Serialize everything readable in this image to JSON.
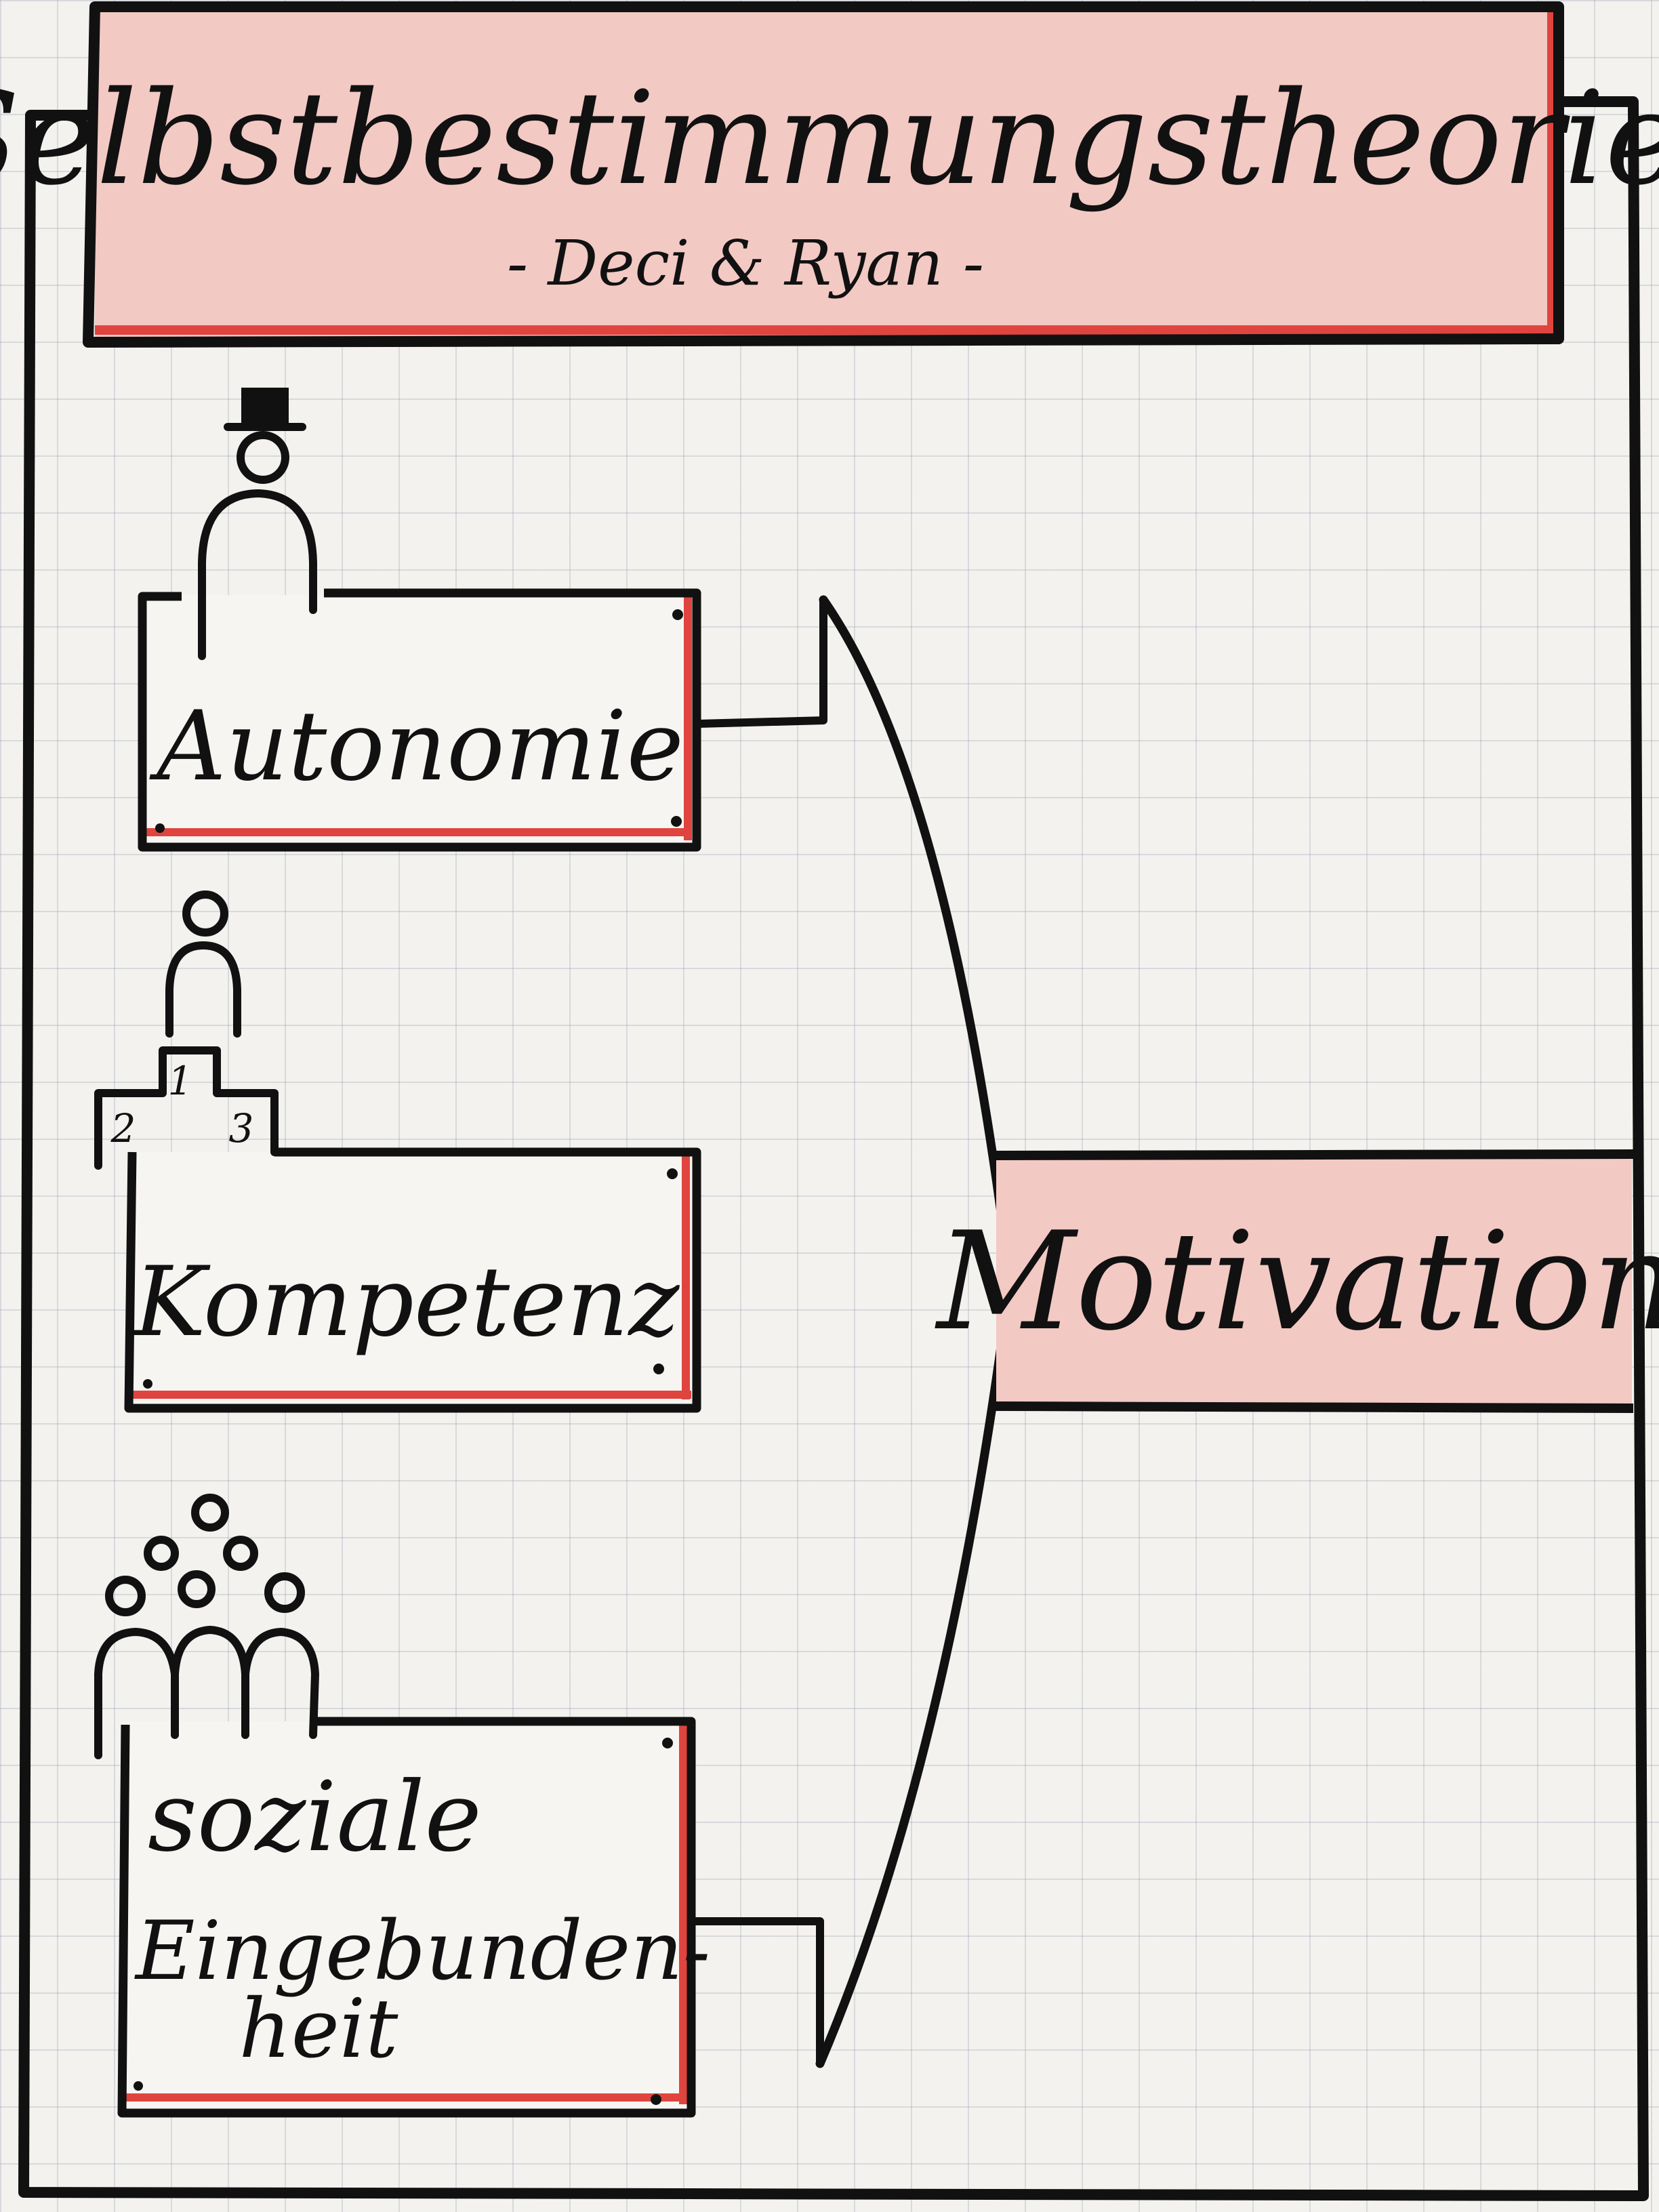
{
  "colors": {
    "ink": "#111111",
    "accent_red": "#e0443e",
    "fill_pink": "#f3c9c4",
    "paper": "#f3f2ef"
  },
  "header": {
    "title": "Selbstbestimmungstheorie",
    "subtitle": "- Deci & Ryan -"
  },
  "needs": [
    {
      "label_lines": [
        "Autonomie"
      ],
      "icon": "person-with-top-hat-icon"
    },
    {
      "label_lines": [
        "Kompetenz"
      ],
      "icon": "person-on-podium-icon",
      "podium_places": [
        "1",
        "2",
        "3"
      ]
    },
    {
      "label_lines": [
        "soziale",
        "Eingebunden-",
        "heit"
      ],
      "icon": "group-of-people-icon"
    }
  ],
  "result": {
    "label": "Motivation"
  }
}
